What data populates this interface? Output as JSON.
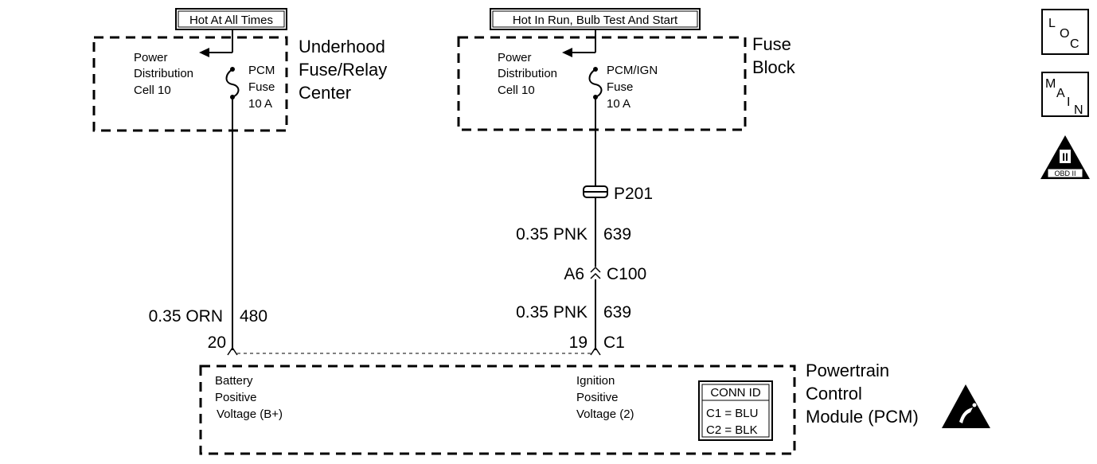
{
  "left_circuit": {
    "power_label": "Hot At All Times",
    "component_name": [
      "Underhood",
      "Fuse/Relay",
      "Center"
    ],
    "power_distribution": [
      "Power",
      "Distribution",
      "Cell 10"
    ],
    "fuse_label": [
      "PCM",
      "Fuse",
      "10 A"
    ],
    "wire_size_color": "0.35 ORN",
    "circuit_number": "480",
    "pin": "20"
  },
  "right_circuit": {
    "power_label": "Hot In Run, Bulb Test And Start",
    "component_name": [
      "Fuse",
      "Block"
    ],
    "power_distribution": [
      "Power",
      "Distribution",
      "Cell 10"
    ],
    "fuse_label": [
      "PCM/IGN",
      "Fuse",
      "10 A"
    ],
    "splice_label": "P201",
    "upper_wire_size_color": "0.35 PNK",
    "upper_circuit_number": "639",
    "connector_pin": "A6",
    "connector_id": "C100",
    "lower_wire_size_color": "0.35 PNK",
    "lower_circuit_number": "639",
    "pin": "19",
    "pcm_connector": "C1"
  },
  "pcm": {
    "name": [
      "Powertrain",
      "Control",
      "Module (PCM)"
    ],
    "battery_input": [
      "Battery",
      "Positive",
      "Voltage (B+)"
    ],
    "ignition_input": [
      "Ignition",
      "Positive",
      "Voltage (2)"
    ],
    "conn_id": {
      "title": "CONN ID",
      "rows": [
        "C1 = BLU",
        "C2 = BLK"
      ]
    }
  },
  "side_icons": {
    "loc": [
      "L",
      "O",
      "C"
    ],
    "main": [
      "M",
      "A",
      "I",
      "N"
    ],
    "obd": {
      "symbol": "II",
      "label": "OBD II"
    },
    "esd_icon": "esd-warning-icon"
  }
}
